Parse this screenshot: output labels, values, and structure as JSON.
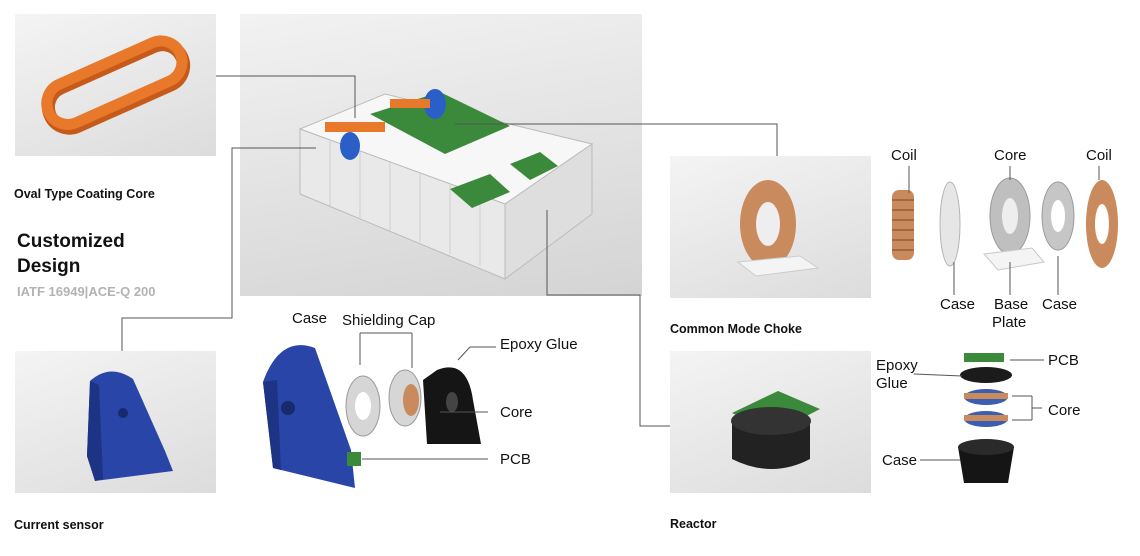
{
  "oval_core": {
    "caption": "Oval Type Coating Core"
  },
  "heading": {
    "line1": "Customized",
    "line2": "Design",
    "sub": "IATF 16949|ACE-Q 200"
  },
  "current_sensor": {
    "caption": "Current sensor",
    "labels": {
      "case": "Case",
      "shielding_cap": "Shielding Cap",
      "epoxy_glue": "Epoxy Glue",
      "core": "Core",
      "pcb": "PCB"
    }
  },
  "common_mode_choke": {
    "caption": "Common Mode Choke",
    "labels": {
      "coil_left": "Coil",
      "core": "Core",
      "coil_right": "Coil",
      "case_left": "Case",
      "base": "Base",
      "plate": "Plate",
      "case_right": "Case"
    }
  },
  "reactor": {
    "caption": "Reactor",
    "labels": {
      "epoxy": "Epoxy",
      "glue": "Glue",
      "pcb": "PCB",
      "core": "Core",
      "case": "Case"
    }
  },
  "colors": {
    "orange": "#e8782a",
    "blue": "#2a45a8",
    "copper": "#c98a5e",
    "pcb_green": "#3b8a3b",
    "subheading": "#b3b3b3"
  }
}
